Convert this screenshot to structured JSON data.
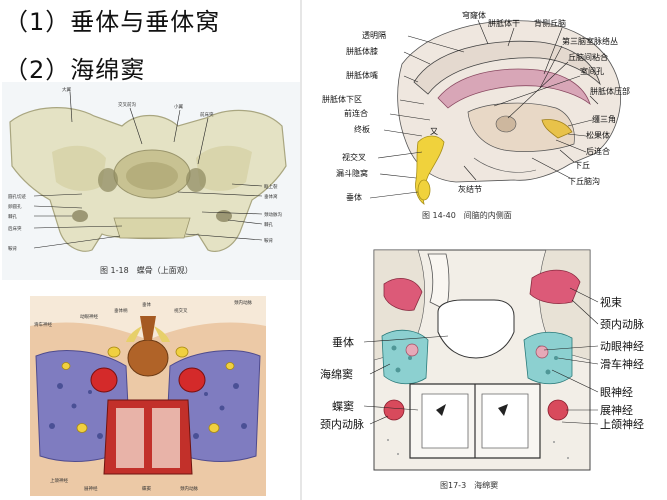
{
  "headings": [
    "（1）垂体与垂体窝",
    "（2）海绵窦"
  ],
  "figure_bone": {
    "caption": "图 1-18　蝶骨（上面观）",
    "labels_top": [
      "大翼",
      "交叉前沟",
      "小翼",
      "前床突"
    ],
    "labels_left": [
      "圆孔切迹",
      "卵圆孔",
      "棘孔",
      "后床突",
      "鞍背"
    ],
    "labels_right": [
      "眶上裂",
      "垂体窝",
      "颈动脉沟",
      "棘孔",
      "鞍背"
    ]
  },
  "figure_sinus": {
    "labels_top": [
      "滑车神经",
      "动眼神经",
      "垂体柄",
      "垂体",
      "视交叉",
      "颈内动脉"
    ],
    "labels_bottom": [
      "上颌神经",
      "展神经",
      "蝶窦",
      "颈内动脉"
    ]
  },
  "figure_diencephalon": {
    "caption": "图 14-40　间脑的内侧面",
    "labels_left": [
      "透明隔",
      "胼胝体膝",
      "胼胝体嘴",
      "胼胝体下区",
      "前连合",
      "终板",
      "视交叉",
      "漏斗隐窝",
      "垂体"
    ],
    "labels_top": [
      "穹窿体"
    ],
    "labels_right": [
      "胼胝体干",
      "背侧丘脑",
      "第三脑室脉络丛",
      "丘脑间粘合",
      "室间孔",
      "胼胝体压部",
      "缰三角",
      "松果体",
      "后连合",
      "下丘",
      "下丘脑沟"
    ],
    "labels_other": [
      "又",
      "灰结节"
    ]
  },
  "figure_cavernous": {
    "caption": "图17-3　海绵窦",
    "labels_left": [
      "垂体",
      "海绵窦",
      "蝶窦",
      "颈内动脉"
    ],
    "labels_right": [
      "视束",
      "颈内动脉",
      "动眼神经",
      "滑车神经",
      "眼神经",
      "展神经",
      "上颌神经"
    ]
  }
}
